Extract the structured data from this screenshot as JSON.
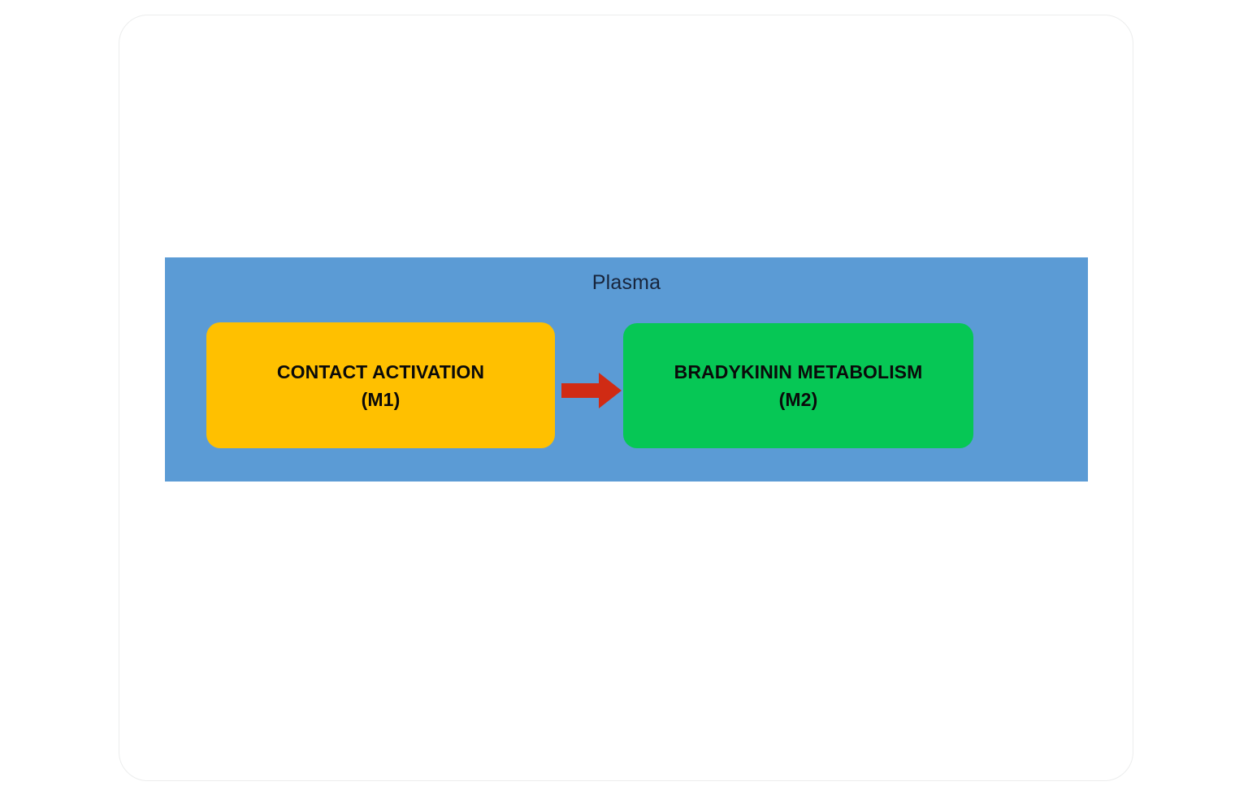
{
  "diagram": {
    "compartment": {
      "label": "Plasma",
      "color": "#5b9bd5"
    },
    "nodes": [
      {
        "id": "M1",
        "title": "CONTACT ACTIVATION",
        "code": "(M1)",
        "color": "#ffc000",
        "text_color": "#0a0a0a"
      },
      {
        "id": "M2",
        "title": "BRADYKININ METABOLISM",
        "code": "(M2)",
        "color": "#06c755",
        "text_color": "#0a0a0a"
      }
    ],
    "connector": {
      "icon": "right-arrow-icon",
      "from": "M1",
      "to": "M2",
      "color": "#d02b14"
    },
    "card": {
      "background": "#ffffff",
      "border_color": "#eceded"
    }
  }
}
